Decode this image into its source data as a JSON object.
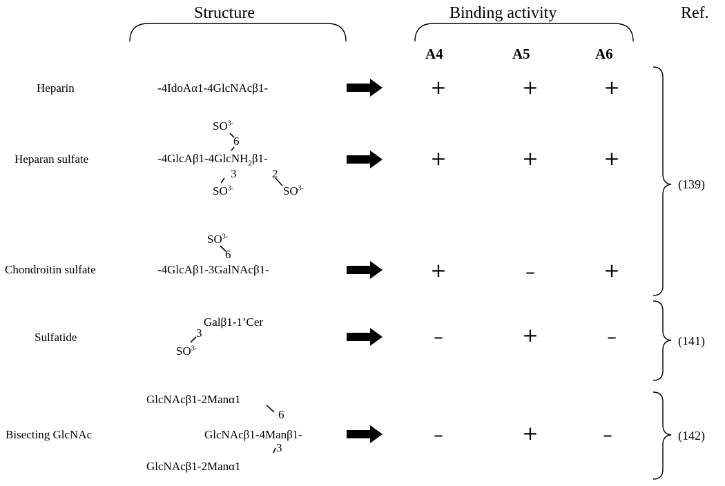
{
  "headers": {
    "structure": "Structure",
    "binding": "Binding activity",
    "ref": "Ref."
  },
  "columns": [
    "A4",
    "A5",
    "A6"
  ],
  "rows": [
    {
      "name": "Heparin",
      "structure": "-4IdoAα1-4GlcNAcβ1-",
      "activity": [
        "+",
        "+",
        "+"
      ]
    },
    {
      "name": "Heparan sulfate",
      "structure": {
        "top": "SO",
        "top_sup": "3-",
        "six": "6",
        "main_a": "-4GlcAβ1-4GlcNH",
        "main_sub": "2",
        "main_b": "β1-",
        "three": "3",
        "two": "2",
        "bot_left": "SO",
        "bot_left_sup": "3-",
        "bot_right": "SO",
        "bot_right_sup": "3-"
      },
      "activity": [
        "+",
        "+",
        "+"
      ]
    },
    {
      "name": "Chondroitin sulfate",
      "structure": {
        "top": "SO",
        "top_sup": "3-",
        "six": "6",
        "main": "-4GlcAβ1-3GalNAcβ1-"
      },
      "activity": [
        "+",
        "–",
        "+"
      ]
    },
    {
      "name": "Sulfatide",
      "structure": {
        "top": "Galβ1-1’Cer",
        "three": "3",
        "bot": "SO",
        "bot_sup": "3-"
      },
      "activity": [
        "–",
        "+",
        "–"
      ]
    },
    {
      "name": "Bisecting GlcNAc",
      "structure": {
        "top": "GlcNAcβ1-2Manα1",
        "six": "6",
        "main": "GlcNAcβ1-4Manβ1-",
        "three": "3",
        "bot": "GlcNAcβ1-2Manα1"
      },
      "activity": [
        "–",
        "+",
        "–"
      ]
    }
  ],
  "refs": [
    "(139)",
    "(141)",
    "(142)"
  ]
}
